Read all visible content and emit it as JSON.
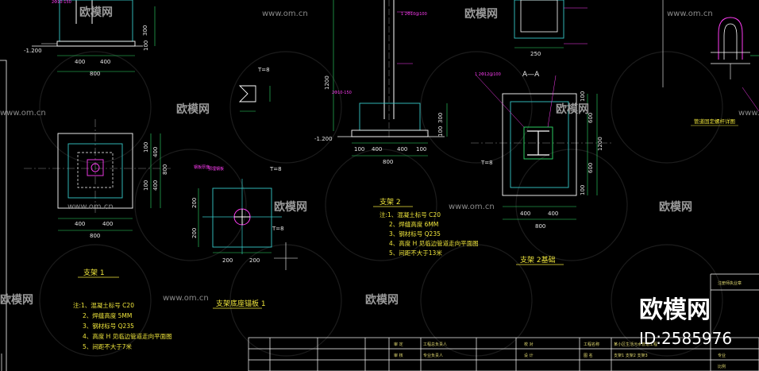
{
  "watermark": {
    "site": "www.om.cn",
    "brand_cn": "欧模网",
    "brand_big": "欧模网",
    "id_label": "ID:2585976"
  },
  "colors": {
    "background": "#000000",
    "structure": "#ffffff",
    "concrete": "#35c7c7",
    "dimension": "#2fe06a",
    "label": "#ff3df5",
    "title": "#f0e63c"
  },
  "support1": {
    "title": "支架 1",
    "dims_top": [
      "400",
      "400",
      "800",
      "100",
      "300",
      "-1.200",
      "2Φ10-150"
    ],
    "dims_plan": [
      "400",
      "400",
      "800",
      "100",
      "100",
      "400",
      "400",
      "800"
    ],
    "notes": [
      "注:1、混凝土标号 C20",
      "2、焊缝高度 5MM",
      "3、钢材标号 Q235",
      "4、高度 H  见临边管道走向平面图",
      "5、间距不大于7米"
    ]
  },
  "base_plate1": {
    "title": "支架底座锚板 1",
    "dims": [
      "200",
      "200",
      "200",
      "200",
      "T=8",
      "T=8",
      "T=8"
    ],
    "labels": [
      "钢板厚度",
      "预埋钢板"
    ]
  },
  "support2": {
    "title": "支架 2",
    "dims": [
      "100",
      "400",
      "400",
      "100",
      "800",
      "1200",
      "100",
      "300",
      "-1.200",
      "2Φ10-150",
      "1 2Φ10@100"
    ],
    "notes": [
      "注:1、混凝土标号 C20",
      "2、焊缝高度 6MM",
      "3、钢材标号 Q235",
      "4、高度 H  见临边管道走向平面图",
      "5、间距不大于13米"
    ]
  },
  "section_aa": {
    "label": "A—A",
    "title": "支架 2基础",
    "dims": [
      "400",
      "400",
      "800",
      "600",
      "1200",
      "600",
      "100",
      "100",
      "T=8"
    ],
    "rebar": "1 2Φ12@100"
  },
  "top_right": {
    "dims": [
      "250"
    ],
    "title": "管道固定螺杆详图"
  },
  "title_block": {
    "header": "注册师执业章",
    "rows": [
      [
        "审 定",
        "",
        "工程总负责人",
        "",
        "校 对",
        "",
        "工程名称",
        "某小区生活污水管道工程"
      ],
      [
        "审 核",
        "",
        "专业负责人",
        "",
        "设 计",
        "",
        "图 名",
        "支架1  支架2  支架3"
      ],
      [
        "",
        "",
        "",
        "",
        "",
        "",
        "",
        ""
      ]
    ],
    "side_labels": [
      "专业",
      "比例"
    ]
  }
}
